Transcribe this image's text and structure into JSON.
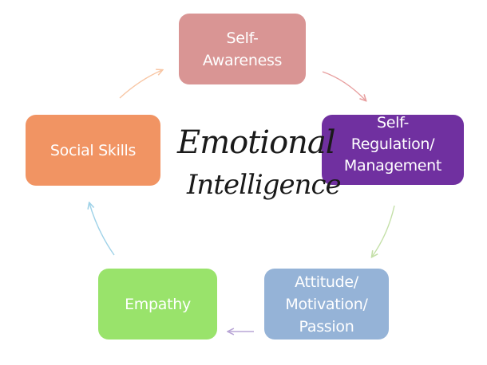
{
  "diagram": {
    "center_title": {
      "line1": "Emotional",
      "line2": "Intelligence"
    },
    "nodes": [
      {
        "id": "awareness",
        "label": "Self-\nAwareness",
        "color": "#d99594"
      },
      {
        "id": "regulation",
        "label": "Self-\nRegulation/\nManagement",
        "color": "#7030a0"
      },
      {
        "id": "attitude",
        "label": "Attitude/\nMotivation/\nPassion",
        "color": "#95b3d7"
      },
      {
        "id": "empathy",
        "label": "Empathy",
        "color": "#99e36b"
      },
      {
        "id": "social",
        "label": "Social Skills",
        "color": "#f19463"
      }
    ],
    "arrows": [
      {
        "from": "awareness",
        "to": "regulation",
        "color": "#e8a0a0"
      },
      {
        "from": "regulation",
        "to": "attitude",
        "color": "#c4e0a8"
      },
      {
        "from": "attitude",
        "to": "empathy",
        "color": "#b9a6d6"
      },
      {
        "from": "empathy",
        "to": "social",
        "color": "#9fd2e8"
      },
      {
        "from": "social",
        "to": "awareness",
        "color": "#f8c6a4"
      }
    ]
  }
}
